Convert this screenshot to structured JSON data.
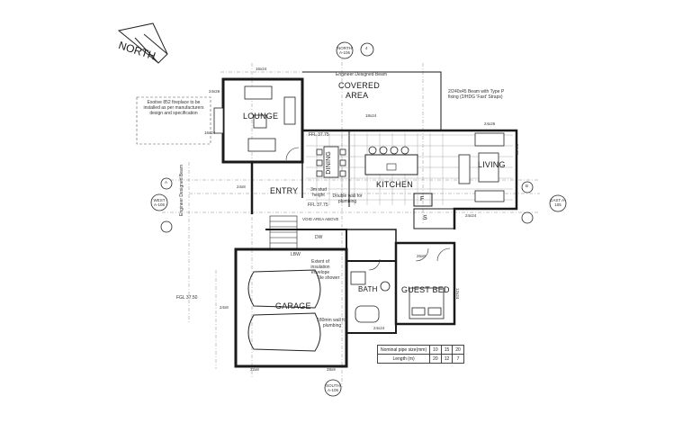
{
  "north": "NORTH",
  "rooms": {
    "covered_area_1": "COVERED",
    "covered_area_2": "AREA",
    "lounge": "LOUNGE",
    "dining": "DINING",
    "kitchen": "KITCHEN",
    "living": "LIVING",
    "entry": "ENTRY",
    "garage": "GARAGE",
    "guest_bed": "GUEST BED",
    "bath": "BATH",
    "lbw": "LBW",
    "f": "F",
    "s": "S",
    "dw": "DW"
  },
  "notes": {
    "fireplace": "Exotive 852 fireplace to be installed as per manufacturers design and specification",
    "beam_top": "Engineer Designed Beam",
    "beam_left": "Engineer Designed Beam",
    "beam_240": "2/240x45 Beam with Type P fixing (2/HDG 'Fast' Straps)",
    "stud": "3m stud height",
    "double_wall": "Double wall for plumbing",
    "void": "VOID AREA ABOVE",
    "insulation": "Extent of insulation envelope",
    "tile_shower": "Tile shower",
    "plumbing_180": "180mm wall for plumbing",
    "ffl_1": "FFL 37.75",
    "ffl_2": "FFL 37.75",
    "fgl": "FGL 37.50"
  },
  "markers": {
    "north_ref": "NORTH A-106",
    "north_num": "4",
    "west_ref": "WEST A-105",
    "east_ref": "EAST A-105",
    "south_ref": "SOUTH A-106",
    "sect_a": "A",
    "sect_b": "B"
  },
  "windows": [
    "16x24",
    "24x26",
    "18x24",
    "24x26",
    "24x36",
    "16x24",
    "24x8",
    "24x24",
    "26x8",
    "12x24",
    "22x8",
    "28x9",
    "24x8",
    "24x24"
  ],
  "pipe_table": {
    "row1": [
      "Nominal pipe size(mm)",
      "10",
      "15",
      "20"
    ],
    "row2": [
      "Length (m)",
      "20",
      "12",
      "7"
    ]
  }
}
